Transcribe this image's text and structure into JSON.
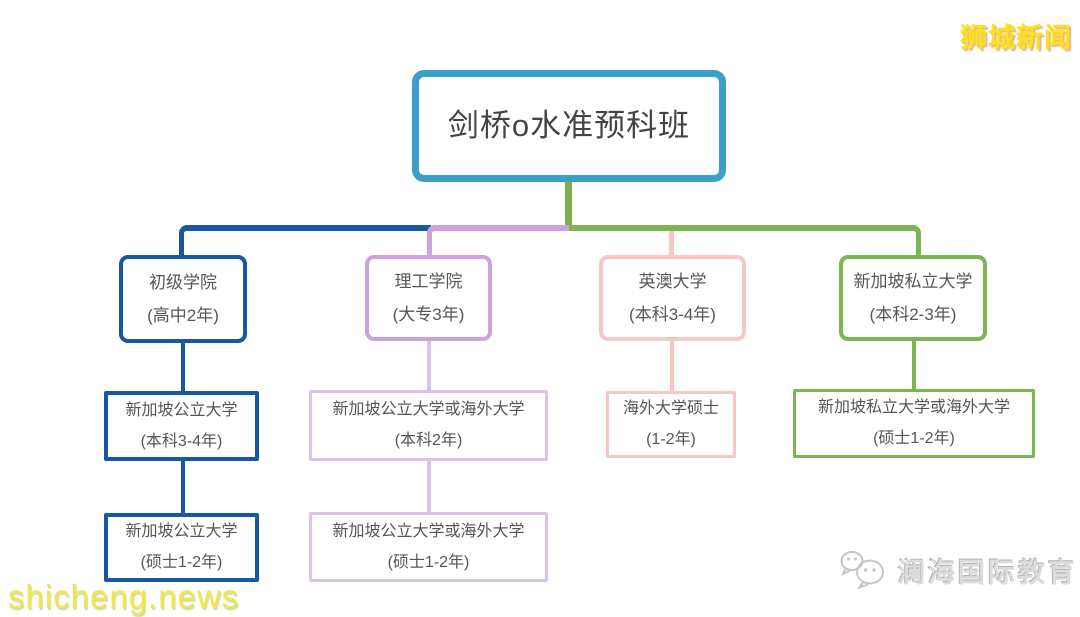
{
  "colors": {
    "title_border": "#3BA0C8",
    "blue": "#1857A6",
    "purple": "#CDA3DE",
    "purple_light": "#DAC3E6",
    "pink": "#F4C8C5",
    "green": "#7EB453",
    "stem_green": "#7EAF4D",
    "title_text": "#444444",
    "node_text": "#54565A",
    "news_yellow": "#FFE11A",
    "url_yellow": "#ECE84D",
    "watermark_gray": "#DCDCDC",
    "watermark_icon_gray": "#C6C6C6"
  },
  "tree": {
    "title": "剑桥o水准预科班",
    "branches": [
      {
        "name": "junior-college",
        "nodes": [
          {
            "line1": "初级学院",
            "line2": "(高中2年)"
          },
          {
            "line1": "新加坡公立大学",
            "line2": "(本科3-4年)"
          },
          {
            "line1": "新加坡公立大学",
            "line2": "(硕士1-2年)"
          }
        ]
      },
      {
        "name": "polytechnic",
        "nodes": [
          {
            "line1": "理工学院",
            "line2": "(大专3年)"
          },
          {
            "line1": "新加坡公立大学或海外大学",
            "line2": "(本科2年)"
          },
          {
            "line1": "新加坡公立大学或海外大学",
            "line2": "(硕士1-2年)"
          }
        ]
      },
      {
        "name": "uk-australia-university",
        "nodes": [
          {
            "line1": "英澳大学",
            "line2": "(本科3-4年)"
          },
          {
            "line1": "海外大学硕士",
            "line2": "(1-2年)"
          }
        ]
      },
      {
        "name": "private-university",
        "nodes": [
          {
            "line1": "新加坡私立大学",
            "line2": "(本科2-3年)"
          },
          {
            "line1": "新加坡私立大学或海外大学",
            "line2": "(硕士1-2年)"
          }
        ]
      }
    ]
  },
  "watermarks": {
    "top_right": "狮城新闻",
    "bottom_left": "shicheng.news",
    "bottom_right": "澜海国际教育"
  }
}
